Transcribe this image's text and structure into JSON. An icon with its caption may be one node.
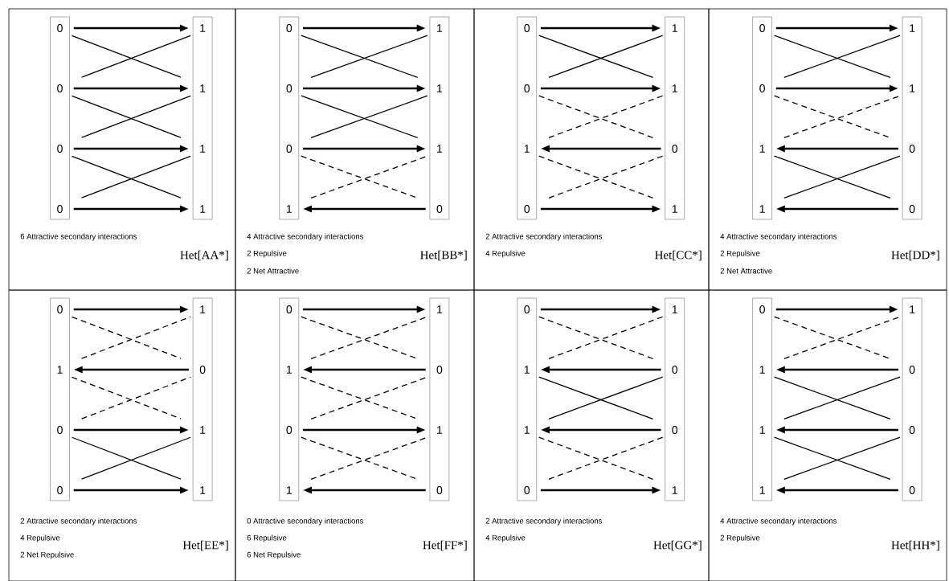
{
  "diagram": {
    "nodes": [
      {
        "text": [
          "6 Attractive secondary interactions",
          "Het[AA*]"
        ]
      },
      {
        "text": [],
        "shape": "bar",
        "in": 0
      },
      {
        "text": [
          "0"
        ],
        "in": 1
      },
      {
        "text": [
          "0"
        ],
        "in": 1
      },
      {
        "text": [
          "0"
        ],
        "in": 1
      },
      {
        "text": [
          "0"
        ],
        "in": 1
      },
      {
        "text": [],
        "shape": "bar",
        "in": 0
      },
      {
        "text": [
          "1"
        ],
        "in": 6
      },
      {
        "text": [
          "1"
        ],
        "in": 6
      },
      {
        "text": [
          "1"
        ],
        "in": 6
      },
      {
        "text": [
          "1"
        ],
        "in": 6
      },
      {
        "text": [
          "4 Attractive secondary interactions",
          "2 Repulsive",
          "2 Net Attractive",
          "Het[BB*]"
        ]
      },
      {
        "text": [],
        "shape": "bar",
        "in": 11
      },
      {
        "text": [
          "0"
        ],
        "in": 12
      },
      {
        "text": [
          "0"
        ],
        "in": 12
      },
      {
        "text": [
          "0"
        ],
        "in": 12
      },
      {
        "text": [
          "1"
        ],
        "in": 12
      },
      {
        "text": [],
        "shape": "bar",
        "in": 11
      },
      {
        "text": [
          "1"
        ],
        "in": 17
      },
      {
        "text": [
          "1"
        ],
        "in": 17
      },
      {
        "text": [
          "1"
        ],
        "in": 17
      },
      {
        "text": [
          "0"
        ],
        "in": 17
      },
      {
        "text": [
          "2 Attractive secondary interactions",
          "4 Repulsive",
          "Het[CC*]"
        ]
      },
      {
        "text": [],
        "shape": "bar",
        "in": 22
      },
      {
        "text": [
          "0"
        ],
        "in": 23
      },
      {
        "text": [
          "0"
        ],
        "in": 23
      },
      {
        "text": [
          "1"
        ],
        "in": 23
      },
      {
        "text": [
          "0"
        ],
        "in": 23
      },
      {
        "text": [],
        "shape": "bar",
        "in": 22
      },
      {
        "text": [
          "1"
        ],
        "in": 28
      },
      {
        "text": [
          "1"
        ],
        "in": 28
      },
      {
        "text": [
          "0"
        ],
        "in": 28
      },
      {
        "text": [
          "1"
        ],
        "in": 28
      },
      {
        "text": [
          "4 Attractive secondary interactions",
          "2 Repulsive",
          "2 Net Attractive",
          "Het[DD*]"
        ]
      },
      {
        "text": [],
        "shape": "bar",
        "in": 33
      },
      {
        "text": [
          "0"
        ],
        "in": 34
      },
      {
        "text": [
          "0"
        ],
        "in": 34
      },
      {
        "text": [
          "1"
        ],
        "in": 34
      },
      {
        "text": [
          "1"
        ],
        "in": 34
      },
      {
        "text": [],
        "shape": "bar",
        "in": 33
      },
      {
        "text": [
          "1"
        ],
        "in": 39
      },
      {
        "text": [
          "1"
        ],
        "in": 39
      },
      {
        "text": [
          "0"
        ],
        "in": 39
      },
      {
        "text": [
          "0"
        ],
        "in": 39
      },
      {
        "text": [
          "2 Attractive secondary interactions",
          "4 Repulsive",
          "2 Net Repulsive",
          "Het[EE*]"
        ]
      },
      {
        "text": [],
        "shape": "bar",
        "in": 44
      },
      {
        "text": [
          "0"
        ],
        "in": 45
      },
      {
        "text": [
          "1"
        ],
        "in": 45
      },
      {
        "text": [
          "0"
        ],
        "in": 45
      },
      {
        "text": [
          "0"
        ],
        "in": 45
      },
      {
        "text": [],
        "shape": "bar",
        "in": 44
      },
      {
        "text": [
          "1"
        ],
        "in": 50
      },
      {
        "text": [
          "0"
        ],
        "in": 50
      },
      {
        "text": [
          "1"
        ],
        "in": 50
      },
      {
        "text": [
          "1"
        ],
        "in": 50
      },
      {
        "text": [
          "0 Attractive secondary interactions",
          "6 Repulsive",
          "6 Net Repulsive",
          "Het[FF*]"
        ]
      },
      {
        "text": [],
        "shape": "bar",
        "in": 55
      },
      {
        "text": [
          "0"
        ],
        "in": 56
      },
      {
        "text": [
          "1"
        ],
        "in": 56
      },
      {
        "text": [
          "0"
        ],
        "in": 56
      },
      {
        "text": [
          "1"
        ],
        "in": 56
      },
      {
        "text": [],
        "shape": "bar",
        "in": 55
      },
      {
        "text": [
          "1"
        ],
        "in": 61
      },
      {
        "text": [
          "0"
        ],
        "in": 61
      },
      {
        "text": [
          "1"
        ],
        "in": 61
      },
      {
        "text": [
          "0"
        ],
        "in": 61
      },
      {
        "text": [
          "2 Attractive secondary interactions",
          "4 Repulsive",
          "Het[GG*]"
        ]
      },
      {
        "text": [],
        "shape": "bar",
        "in": 66
      },
      {
        "text": [
          "0"
        ],
        "in": 67
      },
      {
        "text": [
          "1"
        ],
        "in": 67
      },
      {
        "text": [
          "1"
        ],
        "in": 67
      },
      {
        "text": [
          "0"
        ],
        "in": 67
      },
      {
        "text": [],
        "shape": "bar",
        "in": 66
      },
      {
        "text": [
          "1"
        ],
        "in": 72
      },
      {
        "text": [
          "0"
        ],
        "in": 72
      },
      {
        "text": [
          "0"
        ],
        "in": 72
      },
      {
        "text": [
          "1"
        ],
        "in": 72
      },
      {
        "text": [
          "4 Attractive secondary interactions",
          "2 Repulsive",
          "Het[HH*]"
        ]
      },
      {
        "text": [],
        "shape": "bar",
        "in": 77
      },
      {
        "text": [
          "0"
        ],
        "in": 78
      },
      {
        "text": [
          "1"
        ],
        "in": 78
      },
      {
        "text": [
          "1"
        ],
        "in": 78
      },
      {
        "text": [
          "1"
        ],
        "in": 78
      },
      {
        "text": [],
        "shape": "bar",
        "in": 77
      },
      {
        "text": [
          "1"
        ],
        "in": 83
      },
      {
        "text": [
          "0"
        ],
        "in": 83
      },
      {
        "text": [
          "0"
        ],
        "in": 83
      },
      {
        "text": [
          "0"
        ],
        "in": 83
      }
    ],
    "edges": [
      {
        "from": 2,
        "to": 7,
        "arrow": "to"
      },
      {
        "from": 3,
        "to": 8,
        "arrow": "to"
      },
      {
        "from": 4,
        "to": 9,
        "arrow": "to"
      },
      {
        "from": 5,
        "to": 10,
        "arrow": "to"
      },
      {
        "from": 2,
        "to": 8,
        "arrow": "none"
      },
      {
        "from": 3,
        "to": 7,
        "arrow": "none"
      },
      {
        "from": 3,
        "to": 9,
        "arrow": "none"
      },
      {
        "from": 4,
        "to": 8,
        "arrow": "none"
      },
      {
        "from": 4,
        "to": 10,
        "arrow": "none"
      },
      {
        "from": 5,
        "to": 9,
        "arrow": "none"
      },
      {
        "from": 13,
        "to": 18,
        "arrow": "to"
      },
      {
        "from": 14,
        "to": 19,
        "arrow": "to"
      },
      {
        "from": 15,
        "to": 20,
        "arrow": "to"
      },
      {
        "from": 21,
        "to": 16,
        "arrow": "to"
      },
      {
        "from": 13,
        "to": 19,
        "arrow": "none"
      },
      {
        "from": 14,
        "to": 18,
        "arrow": "none"
      },
      {
        "from": 14,
        "to": 20,
        "arrow": "none"
      },
      {
        "from": 15,
        "to": 19,
        "arrow": "none"
      },
      {
        "from": 15,
        "to": 21,
        "arrow": "none",
        "style": "dashed"
      },
      {
        "from": 16,
        "to": 20,
        "arrow": "none",
        "style": "dashed"
      },
      {
        "from": 24,
        "to": 29,
        "arrow": "to"
      },
      {
        "from": 25,
        "to": 30,
        "arrow": "to"
      },
      {
        "from": 31,
        "to": 26,
        "arrow": "to"
      },
      {
        "from": 27,
        "to": 32,
        "arrow": "to"
      },
      {
        "from": 24,
        "to": 30,
        "arrow": "none"
      },
      {
        "from": 25,
        "to": 29,
        "arrow": "none"
      },
      {
        "from": 25,
        "to": 31,
        "arrow": "none",
        "style": "dashed"
      },
      {
        "from": 26,
        "to": 30,
        "arrow": "none",
        "style": "dashed"
      },
      {
        "from": 26,
        "to": 32,
        "arrow": "none",
        "style": "dashed"
      },
      {
        "from": 27,
        "to": 31,
        "arrow": "none",
        "style": "dashed"
      },
      {
        "from": 35,
        "to": 40,
        "arrow": "to"
      },
      {
        "from": 36,
        "to": 41,
        "arrow": "to"
      },
      {
        "from": 42,
        "to": 37,
        "arrow": "to"
      },
      {
        "from": 43,
        "to": 38,
        "arrow": "to"
      },
      {
        "from": 35,
        "to": 41,
        "arrow": "none"
      },
      {
        "from": 36,
        "to": 40,
        "arrow": "none"
      },
      {
        "from": 36,
        "to": 42,
        "arrow": "none",
        "style": "dashed"
      },
      {
        "from": 37,
        "to": 41,
        "arrow": "none",
        "style": "dashed"
      },
      {
        "from": 37,
        "to": 43,
        "arrow": "none"
      },
      {
        "from": 38,
        "to": 42,
        "arrow": "none"
      },
      {
        "from": 46,
        "to": 51,
        "arrow": "to"
      },
      {
        "from": 52,
        "to": 47,
        "arrow": "to"
      },
      {
        "from": 48,
        "to": 53,
        "arrow": "to"
      },
      {
        "from": 49,
        "to": 54,
        "arrow": "to"
      },
      {
        "from": 46,
        "to": 52,
        "arrow": "none",
        "style": "dashed"
      },
      {
        "from": 47,
        "to": 51,
        "arrow": "none",
        "style": "dashed"
      },
      {
        "from": 47,
        "to": 53,
        "arrow": "none",
        "style": "dashed"
      },
      {
        "from": 48,
        "to": 52,
        "arrow": "none",
        "style": "dashed"
      },
      {
        "from": 48,
        "to": 54,
        "arrow": "none"
      },
      {
        "from": 49,
        "to": 53,
        "arrow": "none"
      },
      {
        "from": 57,
        "to": 62,
        "arrow": "to"
      },
      {
        "from": 63,
        "to": 58,
        "arrow": "to"
      },
      {
        "from": 59,
        "to": 64,
        "arrow": "to"
      },
      {
        "from": 65,
        "to": 60,
        "arrow": "to"
      },
      {
        "from": 57,
        "to": 63,
        "arrow": "none",
        "style": "dashed"
      },
      {
        "from": 58,
        "to": 62,
        "arrow": "none",
        "style": "dashed"
      },
      {
        "from": 58,
        "to": 64,
        "arrow": "none",
        "style": "dashed"
      },
      {
        "from": 59,
        "to": 63,
        "arrow": "none",
        "style": "dashed"
      },
      {
        "from": 59,
        "to": 65,
        "arrow": "none",
        "style": "dashed"
      },
      {
        "from": 60,
        "to": 64,
        "arrow": "none",
        "style": "dashed"
      },
      {
        "from": 68,
        "to": 73,
        "arrow": "to"
      },
      {
        "from": 74,
        "to": 69,
        "arrow": "to"
      },
      {
        "from": 75,
        "to": 70,
        "arrow": "to"
      },
      {
        "from": 71,
        "to": 76,
        "arrow": "to"
      },
      {
        "from": 68,
        "to": 74,
        "arrow": "none",
        "style": "dashed"
      },
      {
        "from": 69,
        "to": 73,
        "arrow": "none",
        "style": "dashed"
      },
      {
        "from": 69,
        "to": 75,
        "arrow": "none"
      },
      {
        "from": 70,
        "to": 74,
        "arrow": "none"
      },
      {
        "from": 70,
        "to": 76,
        "arrow": "none",
        "style": "dashed"
      },
      {
        "from": 71,
        "to": 75,
        "arrow": "none",
        "style": "dashed"
      },
      {
        "from": 79,
        "to": 84,
        "arrow": "to"
      },
      {
        "from": 85,
        "to": 80,
        "arrow": "to"
      },
      {
        "from": 86,
        "to": 81,
        "arrow": "to"
      },
      {
        "from": 87,
        "to": 82,
        "arrow": "to"
      },
      {
        "from": 79,
        "to": 85,
        "arrow": "none",
        "style": "dashed"
      },
      {
        "from": 80,
        "to": 84,
        "arrow": "none",
        "style": "dashed"
      },
      {
        "from": 80,
        "to": 86,
        "arrow": "none"
      },
      {
        "from": 81,
        "to": 85,
        "arrow": "none"
      },
      {
        "from": 81,
        "to": 87,
        "arrow": "none"
      },
      {
        "from": 82,
        "to": 86,
        "arrow": "none"
      }
    ]
  }
}
